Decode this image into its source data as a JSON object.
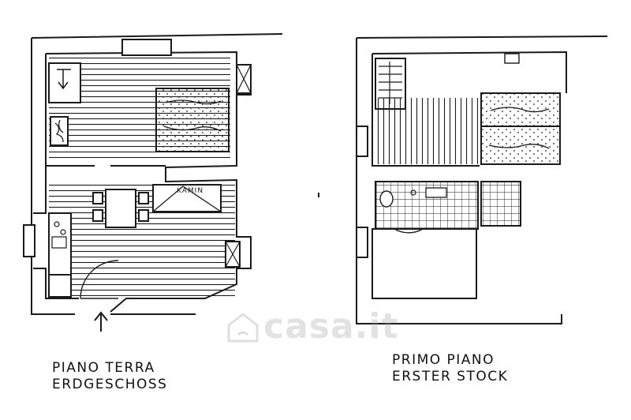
{
  "ground_floor": {
    "label_line1": "PIANO TERRA",
    "label_line2": "ERDGESCHOSS",
    "fireplace_label": "KAMIN"
  },
  "first_floor": {
    "label_line1": "PRIMO PIANO",
    "label_line2": "ERSTER STOCK"
  },
  "watermark": {
    "text": "casa.it"
  },
  "colors": {
    "ink": "#1a1a1a",
    "paper": "#ffffff",
    "watermark": "#969696"
  }
}
